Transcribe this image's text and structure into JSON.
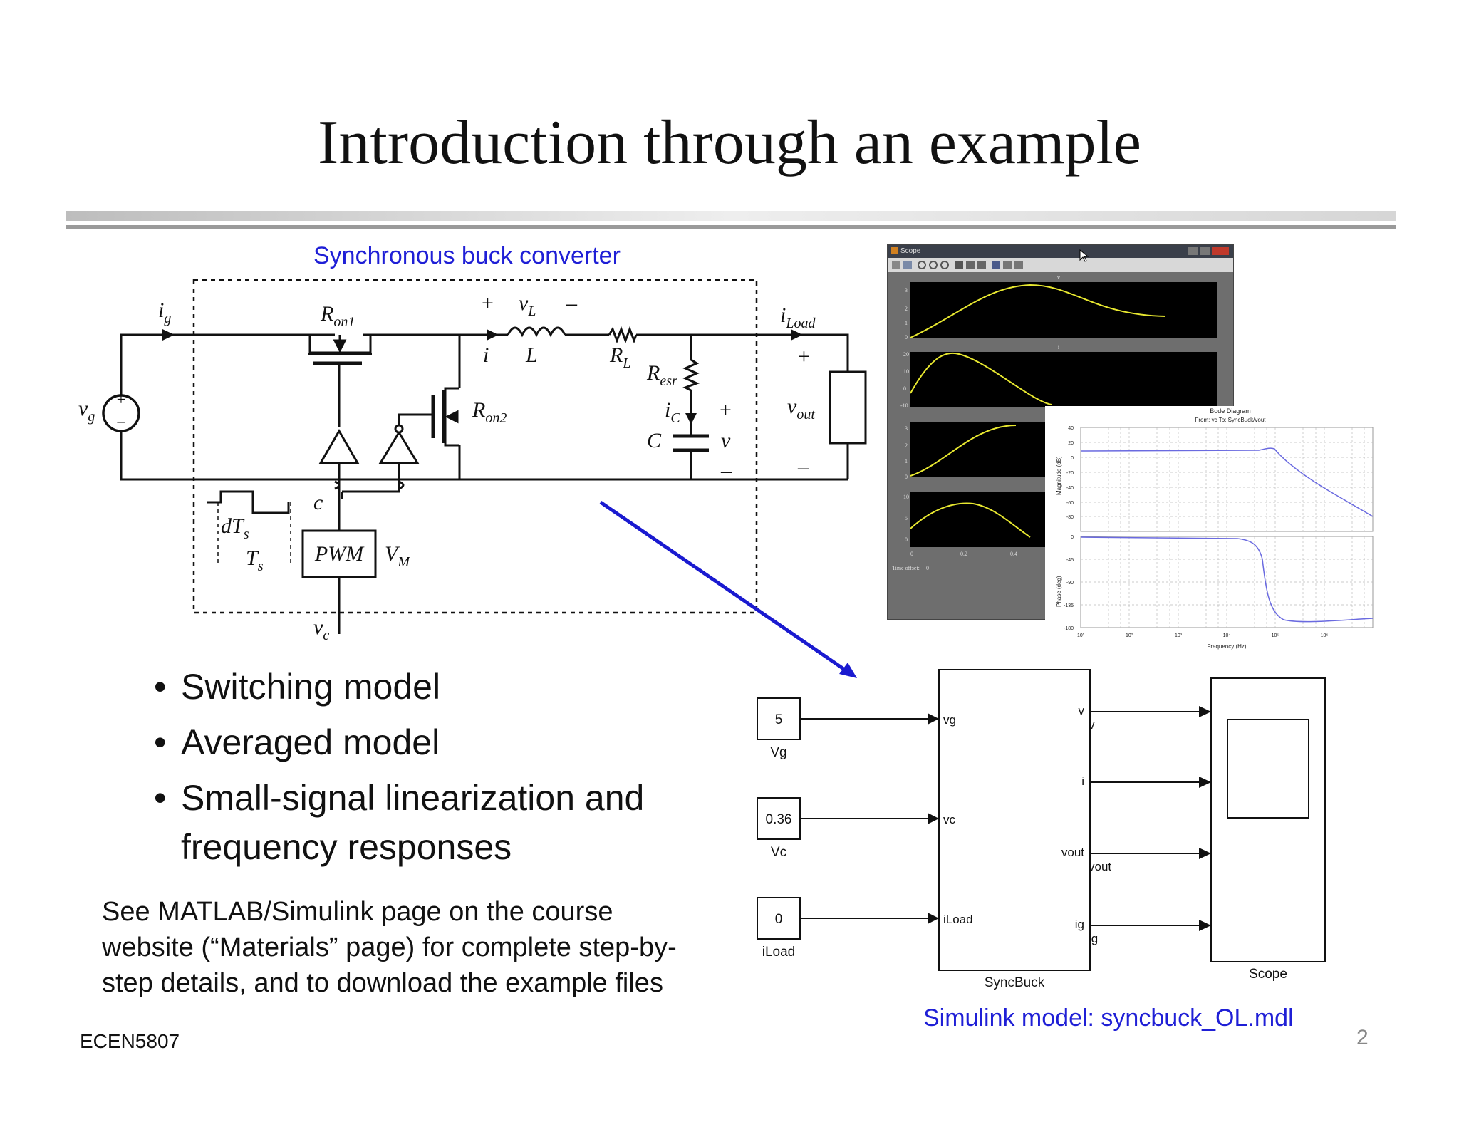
{
  "slide": {
    "title": "Introduction through an example",
    "circuit_caption": "Synchronous buck converter",
    "bullets": [
      "Switching model",
      "Averaged model",
      "Small-signal linearization and",
      "frequency responses"
    ],
    "note_lines": [
      "See MATLAB/Simulink page on the course",
      "website (“Materials” page) for complete step-by-",
      "step details, and to download the example files"
    ],
    "simulink_caption": "Simulink model: syncbuck_OL.mdl",
    "footer": "ECEN5807",
    "page_number": "2"
  },
  "circuit": {
    "i_g": "i",
    "i_g_sub": "g",
    "v_g": "v",
    "v_g_sub": "g",
    "R_on1": "R",
    "R_on1_sub": "on1",
    "R_on2": "R",
    "R_on2_sub": "on2",
    "plus": "+",
    "minus": "–",
    "v_L": "v",
    "v_L_sub": "L",
    "i": "i",
    "L": "L",
    "R_L": "R",
    "R_L_sub": "L",
    "R_esr": "R",
    "R_esr_sub": "esr",
    "i_C": "i",
    "i_C_sub": "C",
    "C": "C",
    "v": "v",
    "i_Load": "i",
    "i_Load_sub": "Load",
    "v_out": "v",
    "v_out_sub": "out",
    "c": "c",
    "dT_s": "dT",
    "dT_s_sub": "s",
    "T_s": "T",
    "T_s_sub": "s",
    "PWM": "PWM",
    "V_M": "V",
    "V_M_sub": "M",
    "v_c": "v",
    "v_c_sub": "c"
  },
  "scope_window": {
    "title": "Scope",
    "axis_titles": [
      "v",
      "i",
      "vout",
      "ig"
    ],
    "y_ticks": [
      [
        "3",
        "2",
        "1",
        "0"
      ],
      [
        "20",
        "10",
        "0",
        "-10"
      ],
      [
        "3",
        "2",
        "1",
        "0"
      ],
      [
        "10",
        "5",
        "0"
      ]
    ],
    "x_ticks": [
      "0",
      "0.2",
      "0.4"
    ],
    "time_offset_label": "Time offset:",
    "time_offset_value": "0"
  },
  "bode": {
    "title": "Bode Diagram",
    "subtitle": "From: vc  To: SyncBuck/vout",
    "magnitude_label": "Magnitude (dB)",
    "phase_label": "Phase (deg)",
    "frequency_label": "Frequency  (Hz)",
    "mag_ticks": [
      "40",
      "20",
      "0",
      "-20",
      "-40",
      "-60",
      "-80"
    ],
    "phase_ticks": [
      "0",
      "-45",
      "-90",
      "-135",
      "-180"
    ],
    "freq_ticks": [
      "10¹",
      "10²",
      "10³",
      "10⁴",
      "10⁵",
      "10⁶"
    ]
  },
  "simulink": {
    "const_vg_value": "5",
    "const_vg_name": "Vg",
    "const_vc_value": "0.36",
    "const_vc_name": "Vc",
    "const_iload_value": "0",
    "const_iload_name": "iLoad",
    "block_name": "SyncBuck",
    "in_ports": [
      "vg",
      "vc",
      "iLoad"
    ],
    "out_ports": [
      "v",
      "i",
      "vout",
      "ig"
    ],
    "signal_labels": [
      "v",
      "i",
      "vout",
      "ig"
    ],
    "scope_name": "Scope"
  },
  "colors": {
    "caption_blue": "#1f1fd6",
    "arrow_blue": "#1a1ad0",
    "trace_yellow": "#e8e830",
    "bode_line": "#6a6ae0"
  }
}
